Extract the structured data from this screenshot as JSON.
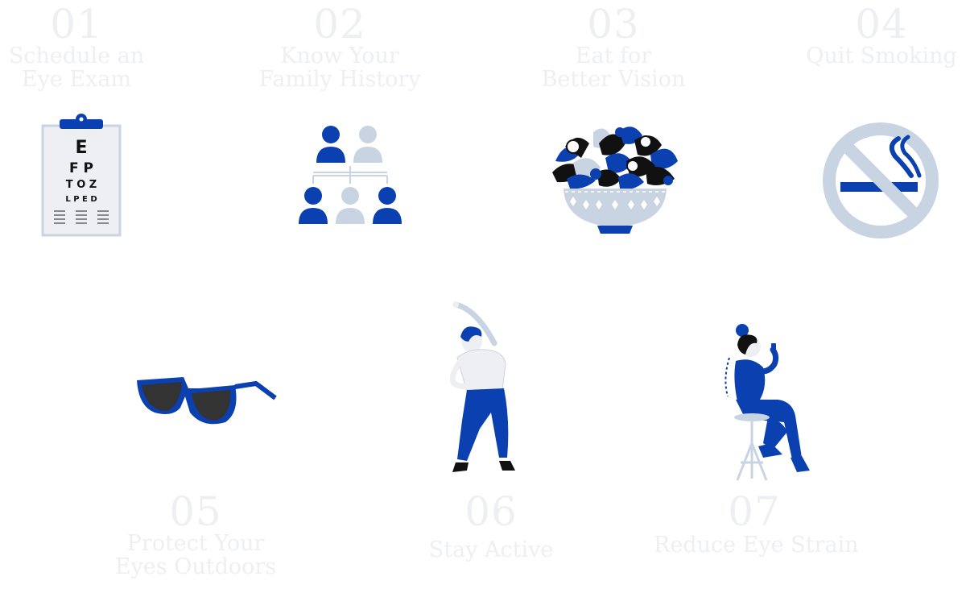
{
  "tips": [
    {
      "number": "01",
      "lines": [
        "Schedule an",
        "Eye Exam"
      ]
    },
    {
      "number": "02",
      "lines": [
        "Know Your",
        "Family History"
      ]
    },
    {
      "number": "03",
      "lines": [
        "Eat for",
        "Better Vision"
      ]
    },
    {
      "number": "04",
      "lines": [
        "Quit Smoking"
      ]
    },
    {
      "number": "05",
      "lines": [
        "Protect Your",
        "Eyes Outdoors"
      ]
    },
    {
      "number": "06",
      "lines": [
        "Stay Active"
      ]
    },
    {
      "number": "07",
      "lines": [
        "Reduce Eye Strain"
      ]
    }
  ],
  "eye_chart": {
    "rows": [
      "E",
      "F P",
      "T O Z",
      "L P E D"
    ]
  },
  "colors": {
    "blue": "#0a40b0",
    "light_blue": "#c9d4e3",
    "faded_text": "#eeeff2",
    "black": "#111111"
  },
  "icons": [
    "eye-chart-icon",
    "family-tree-icon",
    "salad-bowl-icon",
    "no-smoking-icon",
    "sunglasses-icon",
    "stretching-person-icon",
    "sitting-person-phone-icon"
  ]
}
